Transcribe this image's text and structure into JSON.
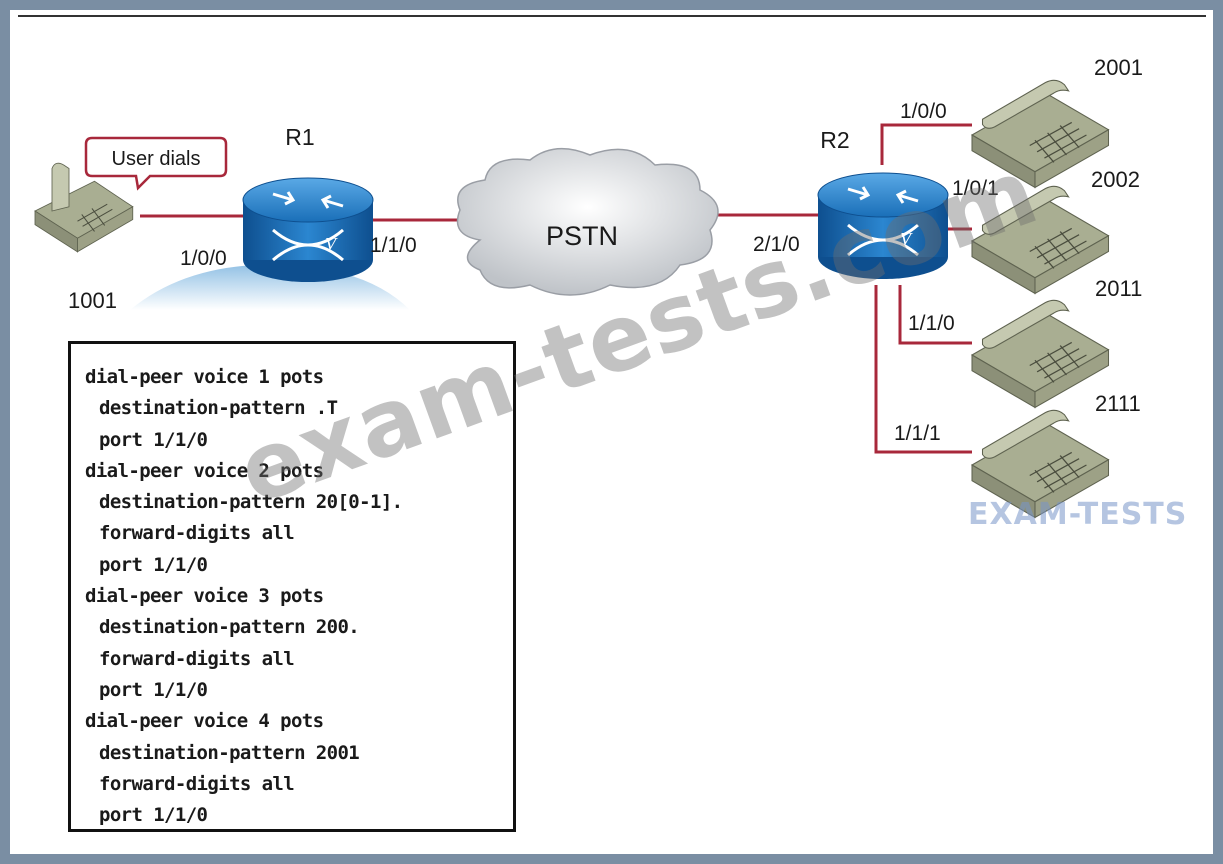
{
  "devices": {
    "r1": {
      "label": "R1"
    },
    "r2": {
      "label": "R2"
    },
    "pstn": {
      "label": "PSTN"
    }
  },
  "callout": {
    "text": "User dials"
  },
  "phones": {
    "caller": {
      "number": "1001"
    },
    "p2001": {
      "number": "2001"
    },
    "p2002": {
      "number": "2002"
    },
    "p2011": {
      "number": "2011"
    },
    "p2111": {
      "number": "2111"
    }
  },
  "ports": {
    "r1_phone": "1/0/0",
    "r1_pstn": "1/1/0",
    "r2_pstn": "2/1/0",
    "r2_2001": "1/0/0",
    "r2_2002": "1/0/1",
    "r2_2011": "1/1/0",
    "r2_2111": "1/1/1"
  },
  "config": {
    "lines": [
      {
        "text": "dial-peer voice 1 pots",
        "indent": false
      },
      {
        "text": "destination-pattern .T",
        "indent": true
      },
      {
        "text": "port 1/1/0",
        "indent": true
      },
      {
        "text": "dial-peer voice 2 pots",
        "indent": false
      },
      {
        "text": "destination-pattern 20[0-1].",
        "indent": true
      },
      {
        "text": "forward-digits all",
        "indent": true
      },
      {
        "text": "port 1/1/0",
        "indent": true
      },
      {
        "text": "dial-peer voice 3 pots",
        "indent": false
      },
      {
        "text": "destination-pattern 200.",
        "indent": true
      },
      {
        "text": "forward-digits all",
        "indent": true
      },
      {
        "text": "port 1/1/0",
        "indent": true
      },
      {
        "text": "dial-peer voice 4 pots",
        "indent": false
      },
      {
        "text": "destination-pattern 2001",
        "indent": true
      },
      {
        "text": "forward-digits all",
        "indent": true
      },
      {
        "text": "port 1/1/0",
        "indent": true
      }
    ]
  },
  "watermarks": {
    "main": "exam-tests.com",
    "brand": "EXAM-TESTS"
  },
  "colors": {
    "link": "#a8283b",
    "router": "#1a6fb8",
    "phone": "#b9bea3"
  }
}
